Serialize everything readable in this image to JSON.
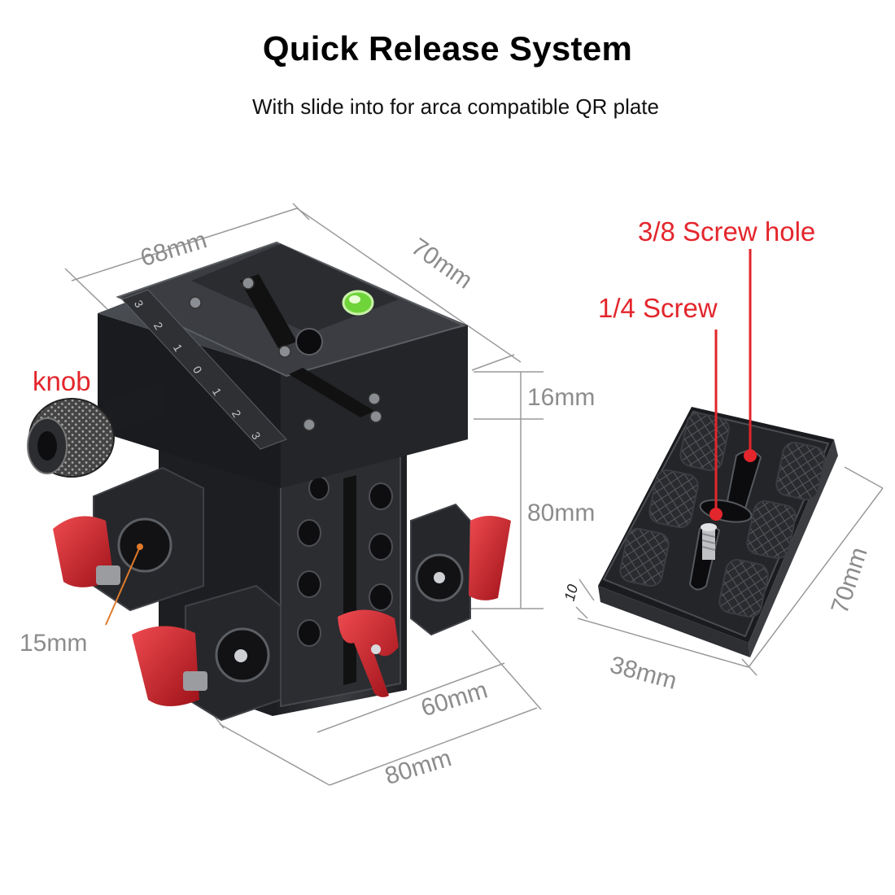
{
  "heading": {
    "title": "Quick Release System",
    "subtitle": "With slide into for arca compatible QR plate"
  },
  "callouts": {
    "knob": "knob",
    "screw_hole": "3/8 Screw hole",
    "screw": "1/4 Screw"
  },
  "dimensions": {
    "clamp_width": "68mm",
    "clamp_depth": "70mm",
    "clamp_height": "16mm",
    "riser_height": "80mm",
    "rod_diameter": "15mm",
    "rod_spacing": "60mm",
    "base_width": "80mm",
    "plate_thickness": "10",
    "plate_width": "38mm",
    "plate_length": "70mm"
  },
  "scale_marks": [
    "3",
    "2",
    "1",
    "0",
    "1",
    "2",
    "3"
  ],
  "colors": {
    "accent_red": "#e3262c",
    "knob_red": "#c8202a",
    "body_dark": "#2a2b2e",
    "dimension_gray": "#8c8c8c",
    "level_green": "#6fd43a"
  }
}
